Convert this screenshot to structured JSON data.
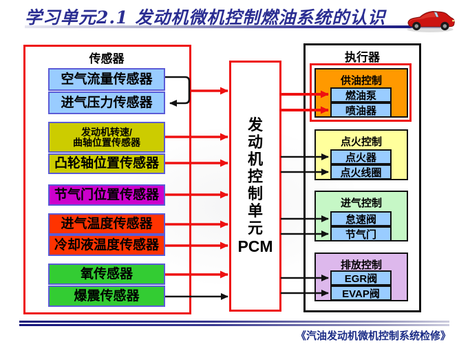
{
  "title": "学习单元2.1 发动机微机控制燃油系统的认识",
  "footer": {
    "course_title": "《汽油发动机微机控制系统检修》"
  },
  "colors": {
    "accent_red": "#EE1111",
    "title_blue": "#2B2E92",
    "sensor_blue": "#99CCFF",
    "sensor_olive": "#CCCC00",
    "sensor_magenta": "#CC00CC",
    "sensor_red": "#FF3300",
    "sensor_green": "#33CC33",
    "fuel_orange": "#FF9900",
    "ignition_yellow": "#FFFF9C",
    "intake_green": "#C6F7C6",
    "emission_purple": "#DDB8EC",
    "inner_box_blue": "#99CCFF"
  },
  "sensors": {
    "header": "传感器",
    "items": [
      {
        "label": "空气流量传感器"
      },
      {
        "label": "进气压力传感器"
      },
      {
        "label": "发动机转速/",
        "label2": "曲轴位置传感器"
      },
      {
        "label": "凸轮轴位置传感器"
      },
      {
        "label": "节气门位置传感器"
      },
      {
        "label": "进气温度传感器"
      },
      {
        "label": "冷却液温度传感器"
      },
      {
        "label": "氧传感器"
      },
      {
        "label": "爆震传感器"
      }
    ]
  },
  "pcm": {
    "label": "发动机控制单元",
    "abbr": "PCM"
  },
  "actuators": {
    "header": "执行器",
    "groups": [
      {
        "label": "供油控制",
        "items": [
          "燃油泵",
          "喷油器"
        ]
      },
      {
        "label": "点火控制",
        "items": [
          "点火器",
          "点火线圈"
        ]
      },
      {
        "label": "进气控制",
        "items": [
          "怠速阀",
          "节气门"
        ]
      },
      {
        "label": "排放控制",
        "items": [
          "EGR阀",
          "EVAP阀"
        ]
      }
    ]
  }
}
